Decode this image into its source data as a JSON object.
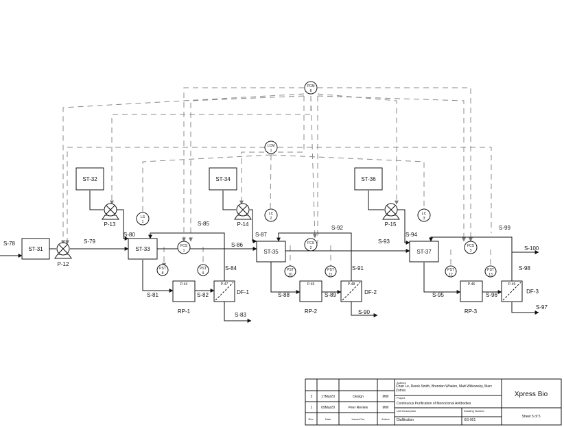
{
  "equipment": {
    "tanks": [
      "ST-31",
      "ST-32",
      "ST-33",
      "ST-34",
      "ST-35",
      "ST-36",
      "ST-37"
    ],
    "pumps": [
      "P-12",
      "P-13",
      "P-14",
      "P-15"
    ],
    "reactors": [
      {
        "tag": "P-44",
        "label": "RP-1"
      },
      {
        "tag": "P-45",
        "label": "RP-2"
      },
      {
        "tag": "P-46",
        "label": "RP-3"
      }
    ],
    "filters": [
      {
        "tag": "P-47",
        "label": "DF-1"
      },
      {
        "tag": "P-48",
        "label": "DF-2"
      },
      {
        "tag": "P-49",
        "label": "DF-3"
      }
    ]
  },
  "instruments": [
    {
      "a": "PCM",
      "b": "6"
    },
    {
      "a": "LCM",
      "b": "1"
    },
    {
      "a": "LS",
      "b": "1"
    },
    {
      "a": "LC",
      "b": "2"
    },
    {
      "a": "LC",
      "b": "3"
    },
    {
      "a": "FCS",
      "b": "1"
    },
    {
      "a": "FCS",
      "b": "2"
    },
    {
      "a": "FCS",
      "b": "3"
    },
    {
      "a": "PST",
      "b": "8"
    },
    {
      "a": "PST",
      "b": "9"
    },
    {
      "a": "PST",
      "b": "10"
    },
    {
      "a": "PST",
      "b": "11"
    },
    {
      "a": "PST",
      "b": "12"
    },
    {
      "a": "PST",
      "b": "13"
    }
  ],
  "streams": [
    "S-78",
    "S-79",
    "S-80",
    "S-81",
    "S-82",
    "S-83",
    "S-84",
    "S-85",
    "S-86",
    "S-87",
    "S-88",
    "S-89",
    "S-90",
    "S-91",
    "S-92",
    "S-93",
    "S-94",
    "S-95",
    "S-96",
    "S-97",
    "S-98",
    "S-99",
    "S-100"
  ],
  "title_block": {
    "rows": [
      {
        "rev": "2",
        "date": "17Mar20",
        "issued": "Design",
        "author": "MW"
      },
      {
        "rev": "1",
        "date": "09Mar20",
        "issued": "Peer Review",
        "author": "MW"
      }
    ],
    "headers": {
      "rev": "Rev",
      "date": "Date",
      "issued": "Issued For",
      "author": "Author"
    },
    "authors_label": "Authors",
    "authors": "Chan Le, Derek Smith, Brendan Whalen, Matt Witkowsky, Marc Zotnia",
    "project_label": "Project",
    "project": "Continuous Purification of Monoclonal Antibodies",
    "unit_label": "Unit Description",
    "unit": "Diafiltration",
    "drawing_label": "Drawing Number",
    "drawing": "XG-001",
    "company": "Xpress Bio",
    "sheet": "Sheet 5 of 5"
  }
}
